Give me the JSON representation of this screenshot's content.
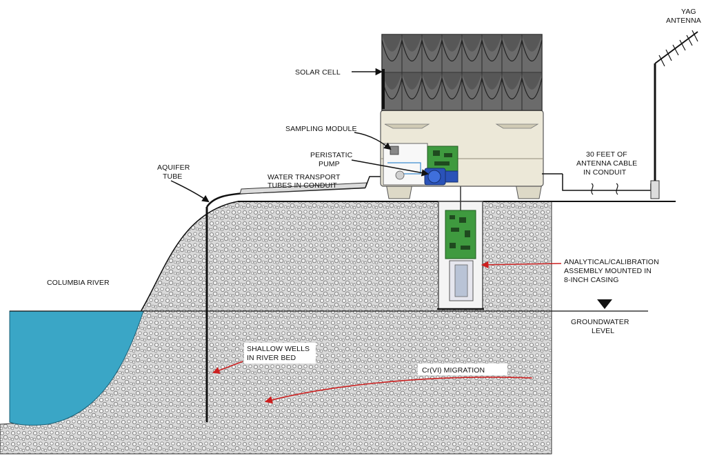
{
  "labels": {
    "solar_cell": "SOLAR CELL",
    "sampling_module": "SAMPLING MODULE",
    "peristaltic_pump_1": "PERISTATIC",
    "peristaltic_pump_2": "PUMP",
    "aquifer_tube_1": "AQUIFER",
    "aquifer_tube_2": "TUBE",
    "water_transport_1": "WATER TRANSPORT",
    "water_transport_2": "TUBES IN CONDUIT",
    "yag_antenna_1": "YAG",
    "yag_antenna_2": "ANTENNA",
    "antenna_cable_1": "30 FEET OF",
    "antenna_cable_2": "ANTENNA CABLE",
    "antenna_cable_3": "IN CONDUIT",
    "columbia_river": "COLUMBIA RIVER",
    "analytical_1": "ANALYTICAL/CALIBRATION",
    "analytical_2": "ASSEMBLY MOUNTED IN",
    "analytical_3": "8-INCH CASING",
    "groundwater_1": "GROUNDWATER",
    "groundwater_2": "LEVEL",
    "shallow_wells_1": "SHALLOW WELLS",
    "shallow_wells_2": "IN RIVER BED",
    "crvi_migration": "Cr(VI) MIGRATION"
  },
  "colors": {
    "river": "#3aa6c6",
    "gravel": "#9a9a9a",
    "callout_arrow": "#cc1f1f",
    "pump": "#2a52b8",
    "circuit_board": "#3f9a3f",
    "enclosure": "#ece8d8"
  }
}
